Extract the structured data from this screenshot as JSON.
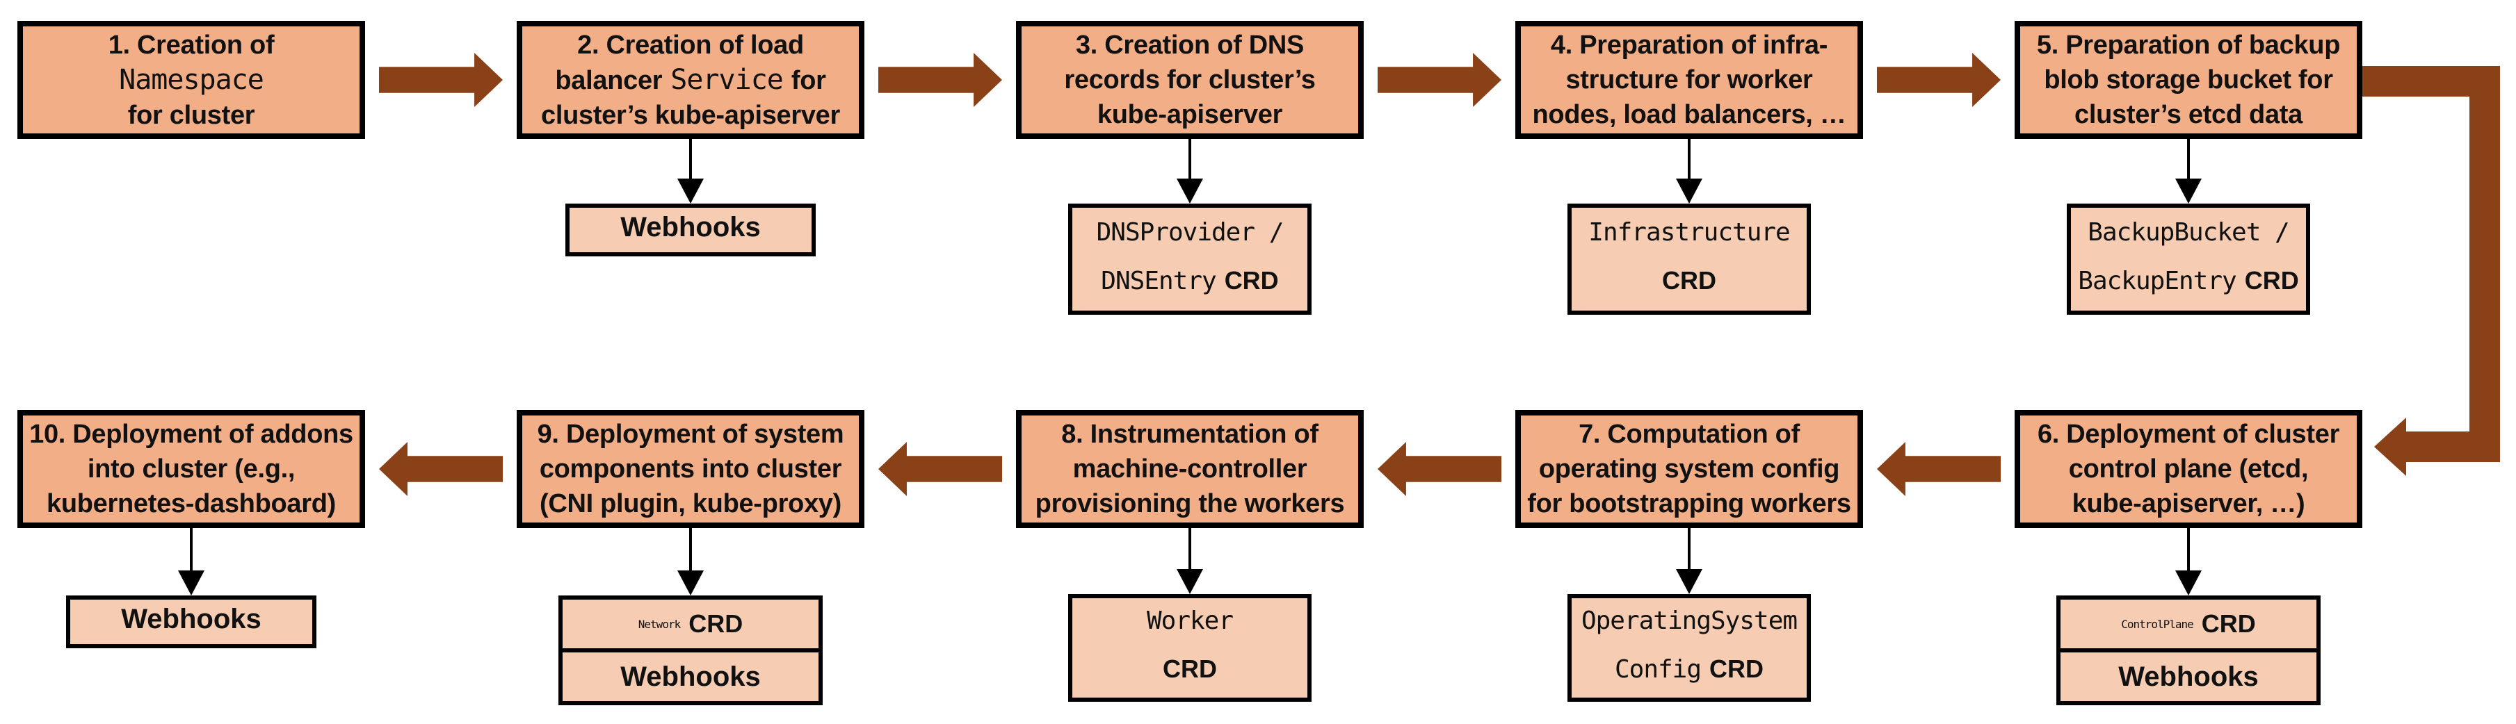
{
  "colors": {
    "step_box_fill": "#F2AE87",
    "resource_box_fill": "#F6CDB2",
    "flow_arrow": "#8A4117",
    "border": "#000000"
  },
  "steps": {
    "s1": {
      "l1": "1. Creation of",
      "l2m": "Namespace",
      "l3": "for cluster"
    },
    "s2": {
      "l1": "2. Creation of load",
      "l2a": "balancer",
      "l2m": "Service",
      "l2b": "for",
      "l3": "cluster’s kube-apiserver"
    },
    "s3": {
      "l1": "3. Creation of DNS",
      "l2": "records for cluster’s",
      "l3": "kube-apiserver"
    },
    "s4": {
      "l1": "4. Preparation of infra-",
      "l2": "structure for worker",
      "l3": "nodes, load balancers, …"
    },
    "s5": {
      "l1": "5. Preparation of backup",
      "l2": "blob storage bucket for",
      "l3": "cluster’s etcd data"
    },
    "s6": {
      "l1": "6. Deployment of cluster",
      "l2": "control plane (etcd,",
      "l3": "kube-apiserver, …)"
    },
    "s7": {
      "l1": "7. Computation of",
      "l2": "operating system config",
      "l3": "for bootstrapping workers"
    },
    "s8": {
      "l1": "8. Instrumentation of",
      "l2": "machine-controller",
      "l3": "provisioning the workers"
    },
    "s9": {
      "l1": "9. Deployment of system",
      "l2": "components into cluster",
      "l3": "(CNI plugin, kube-proxy)"
    },
    "s10": {
      "l1": "10. Deployment of addons",
      "l2": "into cluster (e.g.,",
      "l3": "kubernetes-dashboard)"
    }
  },
  "resources": {
    "r2": {
      "webhooks": "Webhooks"
    },
    "r3": {
      "l1": "DNSProvider /",
      "l2m": "DNSEntry",
      "l2b": "CRD"
    },
    "r4": {
      "l1": "Infrastructure",
      "l2b": "CRD"
    },
    "r5": {
      "l1": "BackupBucket /",
      "l2m": "BackupEntry",
      "l2b": "CRD"
    },
    "r6": {
      "r1m": "ControlPlane",
      "r1b": "CRD",
      "r2": "Webhooks"
    },
    "r7": {
      "l1": "OperatingSystem",
      "l2m": "Config",
      "l2b": "CRD"
    },
    "r8": {
      "l1": "Worker",
      "l2b": "CRD"
    },
    "r9": {
      "r1m": "Network",
      "r1b": "CRD",
      "r2": "Webhooks"
    },
    "r10": {
      "webhooks": "Webhooks"
    }
  },
  "edges": [
    {
      "from": "step-1",
      "to": "step-2",
      "style": "block-arrow-right"
    },
    {
      "from": "step-2",
      "to": "step-3",
      "style": "block-arrow-right"
    },
    {
      "from": "step-3",
      "to": "step-4",
      "style": "block-arrow-right"
    },
    {
      "from": "step-4",
      "to": "step-5",
      "style": "block-arrow-right"
    },
    {
      "from": "step-5",
      "to": "step-6",
      "style": "block-arrow-elbow-down-left"
    },
    {
      "from": "step-6",
      "to": "step-7",
      "style": "block-arrow-left"
    },
    {
      "from": "step-7",
      "to": "step-8",
      "style": "block-arrow-left"
    },
    {
      "from": "step-8",
      "to": "step-9",
      "style": "block-arrow-left"
    },
    {
      "from": "step-9",
      "to": "step-10",
      "style": "block-arrow-left"
    },
    {
      "from": "step-2",
      "to": "webhooks-2",
      "style": "thin-arrow-down"
    },
    {
      "from": "step-3",
      "to": "dns-crd",
      "style": "thin-arrow-down"
    },
    {
      "from": "step-4",
      "to": "infrastructure-crd",
      "style": "thin-arrow-down"
    },
    {
      "from": "step-5",
      "to": "backup-crd",
      "style": "thin-arrow-down"
    },
    {
      "from": "step-6",
      "to": "controlplane-crd-webhooks",
      "style": "thin-arrow-down"
    },
    {
      "from": "step-7",
      "to": "operatingsystemconfig-crd",
      "style": "thin-arrow-down"
    },
    {
      "from": "step-8",
      "to": "worker-crd",
      "style": "thin-arrow-down"
    },
    {
      "from": "step-9",
      "to": "network-crd-webhooks",
      "style": "thin-arrow-down"
    },
    {
      "from": "step-10",
      "to": "webhooks-10",
      "style": "thin-arrow-down"
    }
  ]
}
